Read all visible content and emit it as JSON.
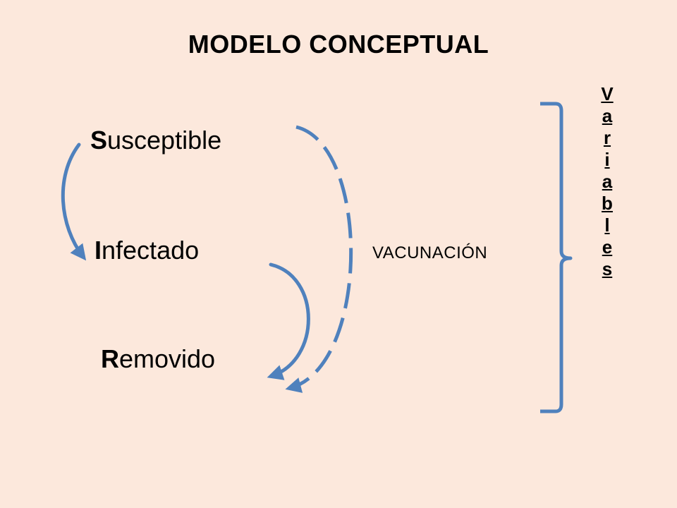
{
  "title": "MODELO CONCEPTUAL",
  "states": [
    {
      "initial": "S",
      "rest": "usceptible"
    },
    {
      "initial": "I",
      "rest": "nfectado"
    },
    {
      "initial": "R",
      "rest": "emovido"
    }
  ],
  "vaccination_label": "VACUNACIÓN",
  "side_word": "V\na\nr\ni\na\nb\nl\ne\ns",
  "colors": {
    "background": "#FCE8DC",
    "arrow": "#4F81BD",
    "text": "#000000"
  }
}
